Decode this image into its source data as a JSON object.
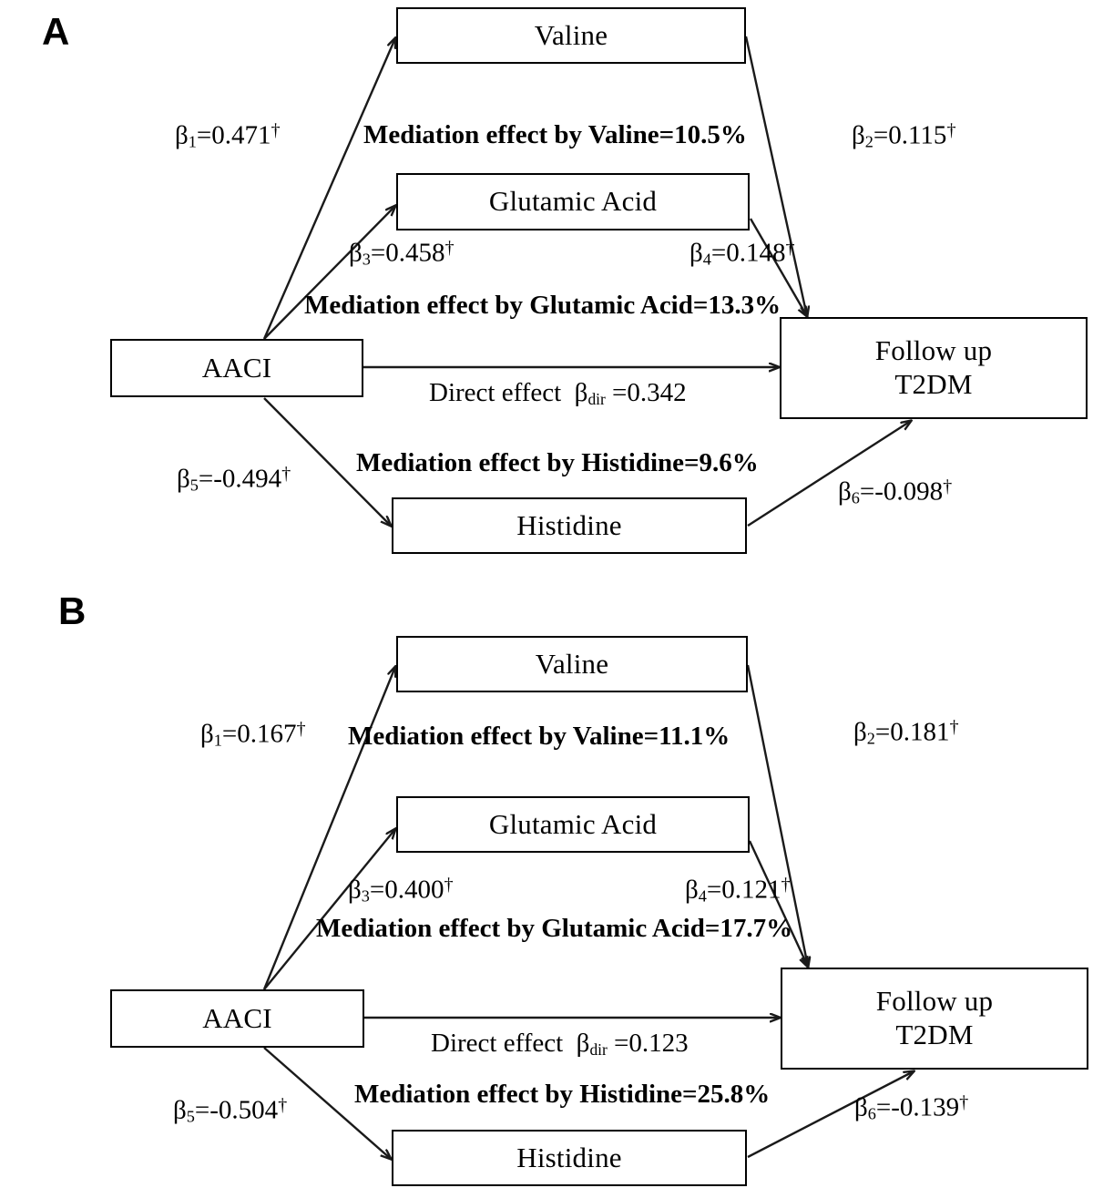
{
  "figure": {
    "type": "path-diagram",
    "panels": [
      {
        "letter": "A",
        "nodes": {
          "exposure": "AACI",
          "mediator_top": "Valine",
          "mediator_mid": "Glutamic Acid",
          "mediator_bottom": "Histidine",
          "outcome_line1": "Follow up",
          "outcome_line2": "T2DM"
        },
        "paths": {
          "b1": {
            "symbol": "β",
            "sub": "1",
            "value": "=0.471",
            "dagger": "†",
            "full": "β1=0.471†"
          },
          "b2": {
            "symbol": "β",
            "sub": "2",
            "value": "=0.115",
            "dagger": "†",
            "full": "β2=0.115†"
          },
          "b3": {
            "symbol": "β",
            "sub": "3",
            "value": "=0.458",
            "dagger": "†",
            "full": "β3=0.458†"
          },
          "b4": {
            "symbol": "β",
            "sub": "4",
            "value": "=0.148",
            "dagger": "†",
            "full": "β4=0.148†"
          },
          "b5": {
            "symbol": "β",
            "sub": "5",
            "value": "=-0.494",
            "dagger": "†",
            "full": "β5=-0.494†"
          },
          "b6": {
            "symbol": "β",
            "sub": "6",
            "value": "=-0.098",
            "dagger": "†",
            "full": "β6=-0.098†"
          }
        },
        "mediation": {
          "valine": "Mediation effect by Valine=10.5%",
          "glutamic_acid": "Mediation effect by Glutamic Acid=13.3%",
          "histidine": "Mediation effect by Histidine=9.6%"
        },
        "direct": {
          "prefix": "Direct effect",
          "symbol": "β",
          "sub": "dir",
          "value": "=0.342",
          "full": "Direct effect βdir =0.342"
        }
      },
      {
        "letter": "B",
        "nodes": {
          "exposure": "AACI",
          "mediator_top": "Valine",
          "mediator_mid": "Glutamic Acid",
          "mediator_bottom": "Histidine",
          "outcome_line1": "Follow up",
          "outcome_line2": "T2DM"
        },
        "paths": {
          "b1": {
            "symbol": "β",
            "sub": "1",
            "value": "=0.167",
            "dagger": "†",
            "full": "β1=0.167†"
          },
          "b2": {
            "symbol": "β",
            "sub": "2",
            "value": "=0.181",
            "dagger": "†",
            "full": "β2=0.181†"
          },
          "b3": {
            "symbol": "β",
            "sub": "3",
            "value": "=0.400",
            "dagger": "†",
            "full": "β3=0.400†"
          },
          "b4": {
            "symbol": "β",
            "sub": "4",
            "value": "=0.121",
            "dagger": "†",
            "full": "β4=0.121†"
          },
          "b5": {
            "symbol": "β",
            "sub": "5",
            "value": "=-0.504",
            "dagger": "†",
            "full": "β5=-0.504†"
          },
          "b6": {
            "symbol": "β",
            "sub": "6",
            "value": "=-0.139",
            "dagger": "†",
            "full": "β6=-0.139†"
          }
        },
        "mediation": {
          "valine": "Mediation effect by Valine=11.1%",
          "glutamic_acid": "Mediation effect by Glutamic Acid=17.7%",
          "histidine": "Mediation effect by Histidine=25.8%"
        },
        "direct": {
          "prefix": "Direct effect",
          "symbol": "β",
          "sub": "dir",
          "value": "=0.123",
          "full": "Direct effect βdir =0.123"
        }
      }
    ],
    "colors": {
      "stroke": "#1a1a1a",
      "background": "#ffffff",
      "text": "#000000"
    }
  }
}
